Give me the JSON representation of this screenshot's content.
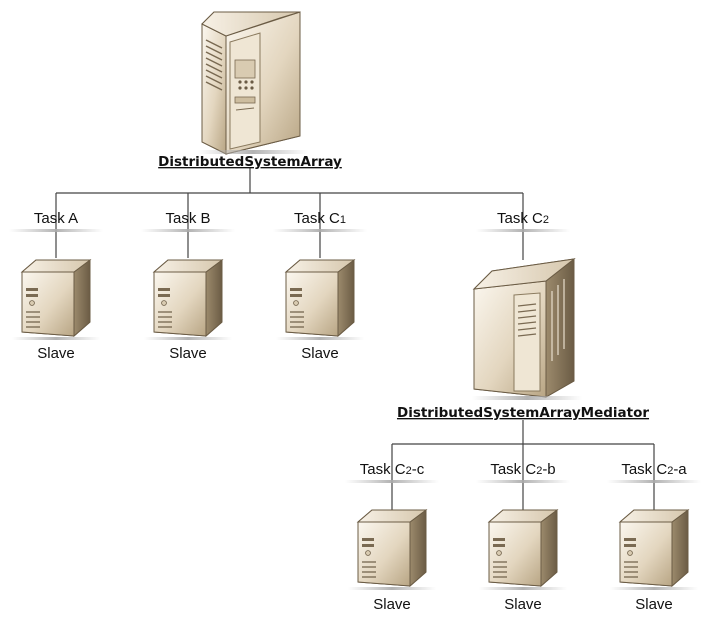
{
  "root": {
    "title": "DistributedSystemArray"
  },
  "root_tasks": [
    {
      "label": "Task A",
      "base": "Task A",
      "sub": "",
      "suffix": "",
      "node_label": "Slave"
    },
    {
      "label": "Task B",
      "base": "Task B",
      "sub": "",
      "suffix": "",
      "node_label": "Slave"
    },
    {
      "label": "Task C1",
      "base": "Task C",
      "sub": "1",
      "suffix": "",
      "node_label": "Slave"
    },
    {
      "label": "Task C2",
      "base": "Task C",
      "sub": "2",
      "suffix": "",
      "node_label": ""
    }
  ],
  "mediator": {
    "title": "DistributedSystemArrayMediator"
  },
  "mediator_tasks": [
    {
      "label": "Task C2-c",
      "base": "Task C",
      "sub": "2",
      "suffix": "-c",
      "node_label": "Slave"
    },
    {
      "label": "Task C2-b",
      "base": "Task C",
      "sub": "2",
      "suffix": "-b",
      "node_label": "Slave"
    },
    {
      "label": "Task C2-a",
      "base": "Task C",
      "sub": "2",
      "suffix": "-a",
      "node_label": "Slave"
    }
  ],
  "icons": {
    "master": "tower-server-icon",
    "slave": "slave-server-icon"
  },
  "colors": {
    "line": "#444444",
    "server_light": "#f2ebdf",
    "server_mid": "#c8b79a",
    "server_dark": "#7a6a52"
  }
}
